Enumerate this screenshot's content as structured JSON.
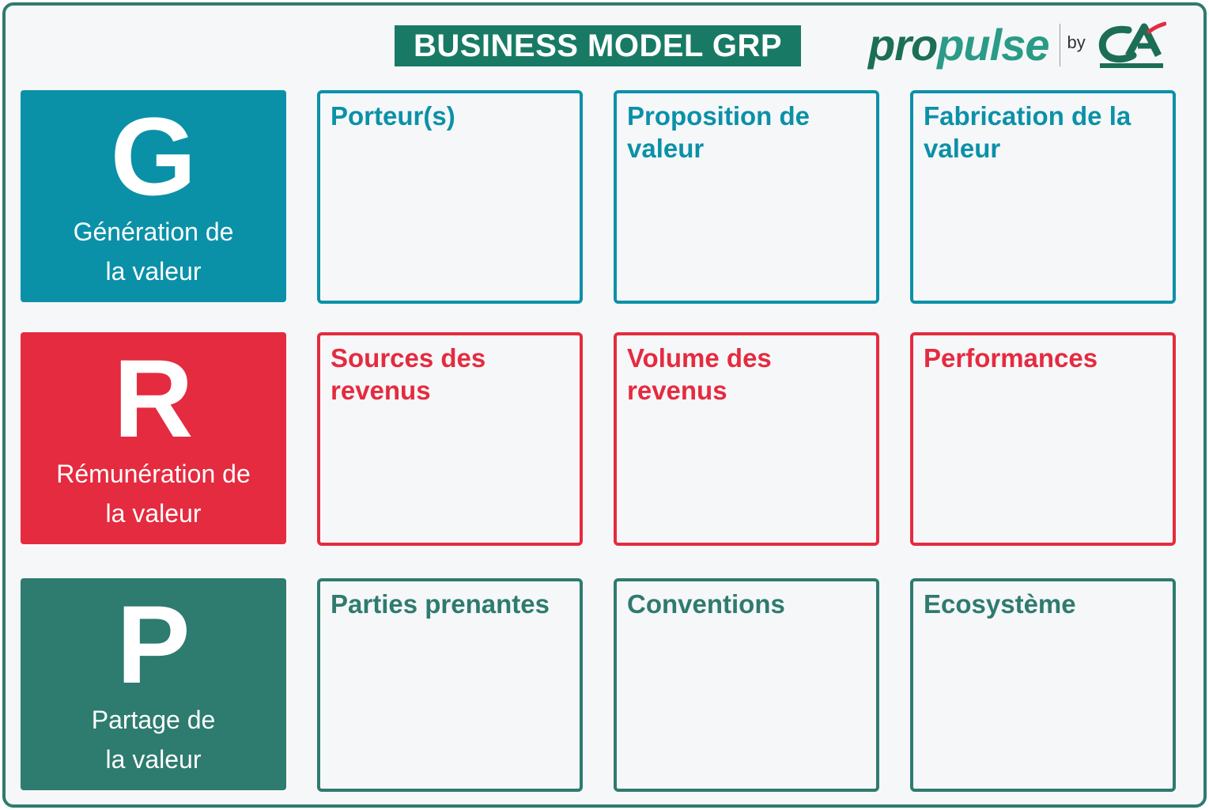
{
  "title": "BUSINESS MODEL GRP",
  "logo": {
    "word_a": "pro",
    "word_b": "pulse",
    "by": "by",
    "brand": "CA"
  },
  "colors": {
    "generation": "#0a91a8",
    "remuneration": "#e52b3f",
    "partage": "#2e7b6f",
    "title_bg": "#187a64"
  },
  "rows": [
    {
      "letter": "G",
      "label_line1": "Génération de",
      "label_line2": "la valeur",
      "cells": [
        {
          "title": "Porteur(s)"
        },
        {
          "title": "Proposition de valeur"
        },
        {
          "title": "Fabrication de la valeur"
        }
      ]
    },
    {
      "letter": "R",
      "label_line1": "Rémunération de",
      "label_line2": "la valeur",
      "cells": [
        {
          "title": "Sources des revenus"
        },
        {
          "title": "Volume des revenus"
        },
        {
          "title": "Performances"
        }
      ]
    },
    {
      "letter": "P",
      "label_line1": "Partage de",
      "label_line2": "la valeur",
      "cells": [
        {
          "title": "Parties prenantes"
        },
        {
          "title": "Conventions"
        },
        {
          "title": "Ecosystème"
        }
      ]
    }
  ]
}
